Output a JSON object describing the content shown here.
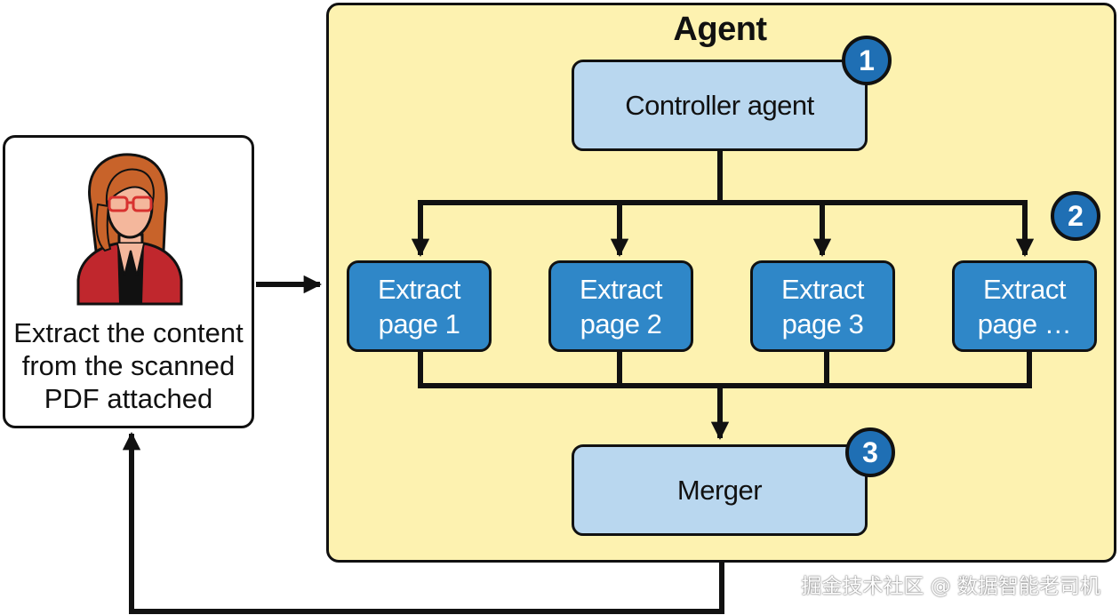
{
  "user": {
    "request_lines": [
      "Extract the content",
      "from the scanned",
      "PDF attached"
    ]
  },
  "agent": {
    "title": "Agent",
    "controller": {
      "label": "Controller agent",
      "step": "1"
    },
    "extract_step": "2",
    "workers": [
      {
        "line1": "Extract",
        "line2": "page 1"
      },
      {
        "line1": "Extract",
        "line2": "page 2"
      },
      {
        "line1": "Extract",
        "line2": "page 3"
      },
      {
        "line1": "Extract",
        "line2": "page …"
      }
    ],
    "merger": {
      "label": "Merger",
      "step": "3"
    }
  },
  "watermark": "掘金技术社区 @ 数据智能老司机",
  "colors": {
    "agent_background": "#fdf2b0",
    "light_box": "#b9d7ef",
    "dark_box": "#2f87c8",
    "badge": "#1f6fb4",
    "hair": "#c8632a",
    "jacket": "#c0272d"
  }
}
